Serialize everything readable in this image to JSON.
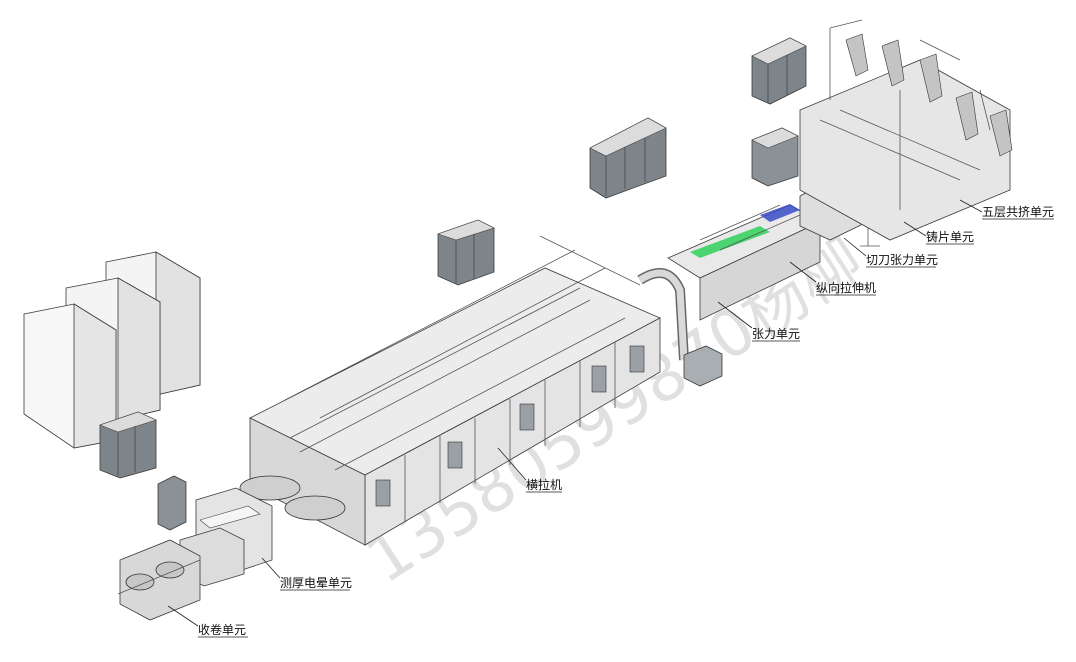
{
  "labels": {
    "coextrusion": "五层共挤单元",
    "casting": "铸片单元",
    "knife_tension": "切刀张力单元",
    "mdo": "纵向拉伸机",
    "tension": "张力单元",
    "tdo": "横拉机",
    "thickness_corona": "测厚电晕单元",
    "winder": "收卷单元"
  },
  "watermark": "13580599870杨柳",
  "colors": {
    "frame": "#555555",
    "panel_fill": "#e9e9e9",
    "panel_dark": "#6f767c",
    "film_green": "#2fd05a",
    "film_blue": "#3a4cc8"
  }
}
